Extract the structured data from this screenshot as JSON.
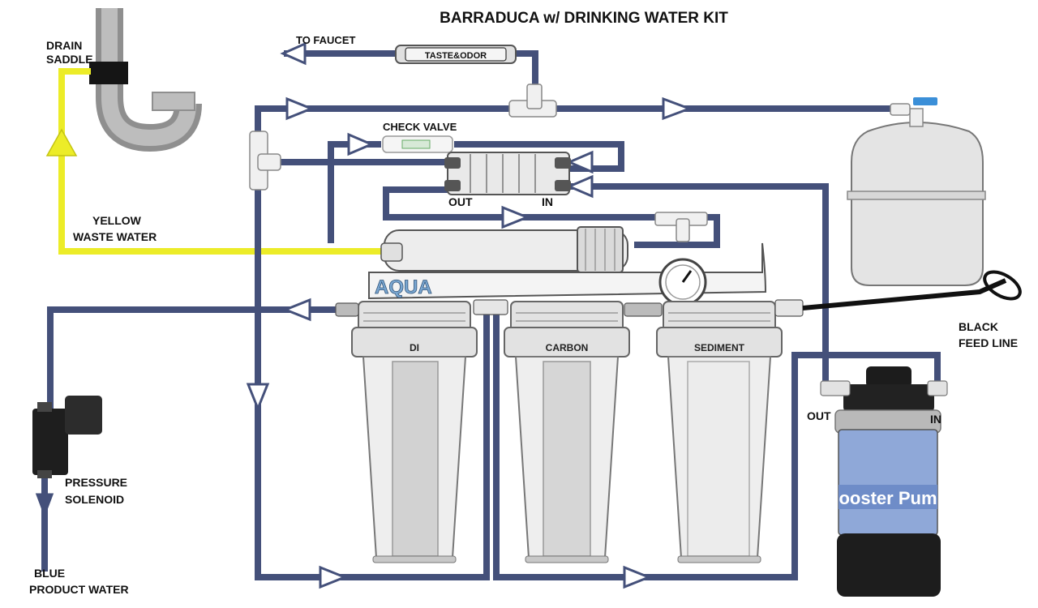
{
  "title": "BARRADUCA w/ DRINKING WATER KIT",
  "labels": {
    "drain_saddle_1": "DRAIN",
    "drain_saddle_2": "SADDLE",
    "to_faucet": "TO FAUCET",
    "taste_odor": "TASTE&ODOR",
    "check_valve": "CHECK VALVE",
    "out_membrane": "OUT",
    "in_membrane": "IN",
    "yellow_1": "YELLOW",
    "yellow_2": "WASTE WATER",
    "black_1": "BLACK",
    "black_2": "FEED LINE",
    "pressure_1": "PRESSURE",
    "pressure_2": "SOLENOID",
    "blue_1": "BLUE",
    "blue_2": "PRODUCT WATER",
    "pump_out": "OUT",
    "pump_in": "IN",
    "aqua_logo": "AQUA",
    "booster_text": "ooster Pum"
  },
  "filters": [
    {
      "name": "DI"
    },
    {
      "name": "CARBON"
    },
    {
      "name": "SEDIMENT"
    }
  ],
  "colors": {
    "product_tube": "#44507a",
    "waste_tube": "#ecec28",
    "feed_tube": "#111111"
  }
}
